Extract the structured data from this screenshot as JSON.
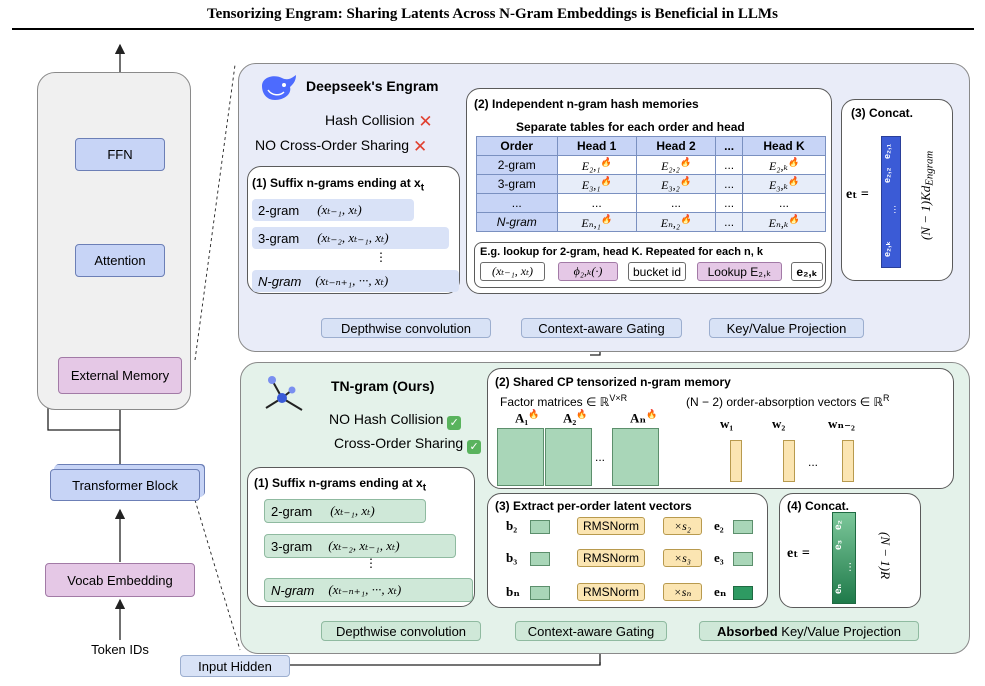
{
  "title": "Tensorizing Engram: Sharing Latents Across N-Gram Embeddings is Beneficial in LLMs",
  "left": {
    "ffn": "FFN",
    "attention": "Attention",
    "external_memory": "External Memory",
    "transformer_block": "Transformer Block",
    "vocab_embedding": "Vocab Embedding",
    "token_ids": "Token IDs",
    "input_hidden": "Input Hidden",
    "plus": "+"
  },
  "top": {
    "name": "Deepseek's Engram",
    "hash_collision": "Hash Collision",
    "no_cross": "NO Cross-Order Sharing",
    "suffix_num": "(1)",
    "suffix_title": "Suffix n-grams ending at x",
    "suffix_sub": "t",
    "ngrams": [
      {
        "label": "2-gram",
        "expr": "(xₜ₋₁, xₜ)"
      },
      {
        "label": "3-gram",
        "expr": "(xₜ₋₂, xₜ₋₁, xₜ)"
      },
      {
        "label": "N-gram",
        "expr": "(xₜ₋ₙ₊₁, ···, xₜ)"
      }
    ],
    "vdots": "⋮",
    "memories_title": "(2) Independent n-gram hash memories",
    "tables_sub": "Separate tables for each order and head",
    "table_head": [
      "Order",
      "Head 1",
      "Head 2",
      "...",
      "Head K"
    ],
    "table_rows": [
      [
        "2-gram",
        "E₂,₁",
        "E₂,₂",
        "...",
        "E₂,ₖ"
      ],
      [
        "3-gram",
        "E₃,₁",
        "E₃,₂",
        "...",
        "E₃,ₖ"
      ],
      [
        "...",
        "...",
        "...",
        "...",
        "..."
      ],
      [
        "N-gram",
        "Eₙ,₁",
        "Eₙ,₂",
        "...",
        "Eₙ,ₖ"
      ]
    ],
    "lookup_title": "E.g. lookup for 2-gram, head K. Repeated for each n, k",
    "lookup_in": "(xₜ₋₁, xₜ)",
    "lookup_phi": "ϕ₂,ₖ(·)",
    "lookup_bucket": "bucket id",
    "lookup_table": "Lookup E₂,ₖ",
    "lookup_out": "e₂,ₖ",
    "concat_title": "(3) Concat.",
    "concat_et": "eₜ =",
    "concat_dim": "(N − 1)Kd",
    "concat_dim_sub": "Engram",
    "concat_cells": [
      "e₂,₁",
      "e₂,₂",
      "⋯",
      "e₂,ₖ"
    ],
    "depthwise": "Depthwise convolution",
    "gating": "Context-aware Gating",
    "kv": "Key/Value Projection"
  },
  "bottom": {
    "name": "TN-gram (Ours)",
    "no_hash": "NO Hash Collision",
    "cross": "Cross-Order Sharing",
    "memory_title": "(2) Shared CP tensorized n-gram memory",
    "factor_title": "Factor matrices ∈ ℝ",
    "factor_sup": "V×R",
    "factors": [
      "A₁",
      "A₂",
      "Aₙ"
    ],
    "order_title": "(N − 2) order-absorption vectors ∈ ℝ",
    "order_sup": "R",
    "wvecs": [
      "w₁",
      "w₂",
      "wₙ₋₂"
    ],
    "ellipsis": "...",
    "suffix_title": "(1) Suffix n-grams ending at x",
    "ngrams": [
      {
        "label": "2-gram",
        "expr": "(xₜ₋₁, xₜ)"
      },
      {
        "label": "3-gram",
        "expr": "(xₜ₋₂, xₜ₋₁, xₜ)"
      },
      {
        "label": "N-gram",
        "expr": "(xₜ₋ₙ₊₁, ···, xₜ)"
      }
    ],
    "extract_title": "(3) Extract per-order latent vectors",
    "extract_rows": [
      {
        "b": "b₂",
        "s": "×s₂",
        "e": "e₂"
      },
      {
        "b": "b₃",
        "s": "×s₃",
        "e": "e₃"
      },
      {
        "b": "bₙ",
        "s": "×sₙ",
        "e": "eₙ"
      }
    ],
    "rmsnorm": "RMSNorm",
    "concat_title": "(4) Concat.",
    "concat_et": "eₜ =",
    "concat_dim": "(N − 1)R",
    "concat_cells": [
      "eₙ",
      "⋯",
      "e₃",
      "e₂"
    ],
    "depthwise": "Depthwise convolution",
    "gating": "Context-aware Gating",
    "kv_bold": "Absorbed",
    "kv": " Key/Value Projection"
  },
  "colors": {
    "blue": "#c7d4f6",
    "pink": "#e5c8e6",
    "green": "#cfe8d8",
    "cross": "#e04030",
    "check": "#59b35d"
  }
}
